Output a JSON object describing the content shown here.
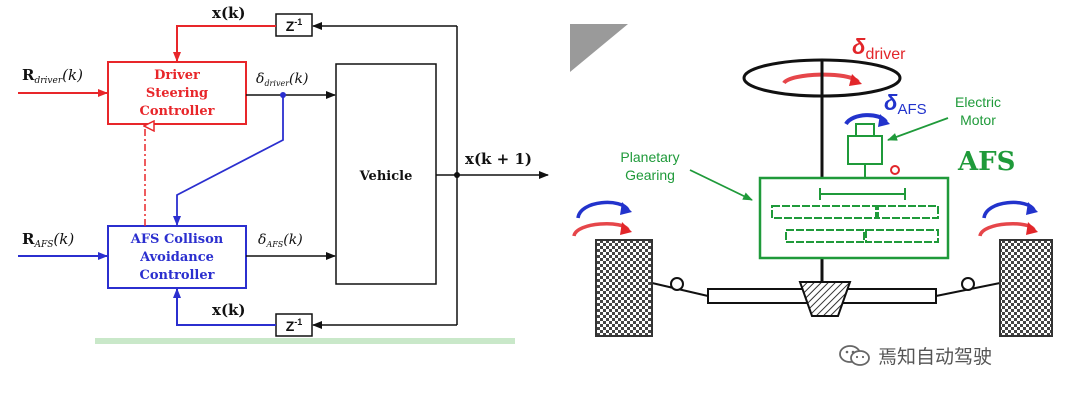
{
  "block_diagram": {
    "blocks": {
      "driver": [
        "Driver",
        "Steering",
        "Controller"
      ],
      "afs": [
        "AFS Collison",
        "Avoidance",
        "Controller"
      ],
      "vehicle": "Vehicle",
      "delay_top": "Z",
      "delay_bottom": "Z",
      "delay_exp": "-1"
    },
    "signals": {
      "x_top": "x(k)",
      "x_bottom": "x(k)",
      "x_out": "x(k + 1)",
      "r_driver_main": "R",
      "r_driver_sub": "driver",
      "r_driver_arg": "(k)",
      "r_afs_main": "R",
      "r_afs_sub": "AFS",
      "r_afs_arg": "(k)",
      "d_driver_main": "δ",
      "d_driver_sub": "driver",
      "d_driver_arg": "(k)",
      "d_afs_main": "δ",
      "d_afs_sub": "AFS",
      "d_afs_arg": "(k)"
    },
    "colors": {
      "driver": "#e8262a",
      "afs": "#2b2fcf",
      "line": "#111111"
    }
  },
  "afs_system": {
    "delta_driver_main": "δ",
    "delta_driver_sub": "driver",
    "delta_afs_main": "δ",
    "delta_afs_sub": "AFS",
    "electric_motor": [
      "Electric",
      "Motor"
    ],
    "planetary_gearing": [
      "Planetary",
      "Gearing"
    ],
    "afs_label": "AFS",
    "colors": {
      "green": "#1f9a3a",
      "red": "#e2262a",
      "blue": "#2233cc"
    }
  },
  "watermark": {
    "text": "焉知自动驾驶",
    "icon": "wechat-icon"
  }
}
